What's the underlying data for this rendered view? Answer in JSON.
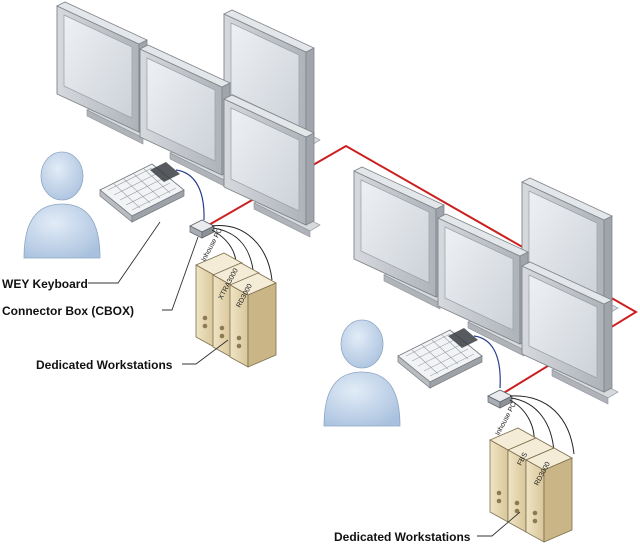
{
  "colors": {
    "link": "#cc1f1f",
    "monitor_frame": "#c9cdd2",
    "monitor_screen": "#dfe3e8",
    "user": "#bcd0e8",
    "server": "#e3d4ae",
    "cable_blue": "#2a3f8a"
  },
  "labels": {
    "keyboard": "WEY Keyboard",
    "cbox": "Connector Box (CBOX)",
    "workstations_a": "Dedicated Workstations",
    "workstations_b": "Dedicated Workstations"
  },
  "stations": [
    {
      "servers": [
        "Inhouse PC",
        "XTRA3000",
        "RD3000"
      ]
    },
    {
      "servers": [
        "Inhouse PC",
        "FBS",
        "RD3000"
      ]
    }
  ],
  "icons": [
    "user-icon",
    "keyboard-icon",
    "monitor-icon",
    "connector-box-icon",
    "server-icon"
  ]
}
